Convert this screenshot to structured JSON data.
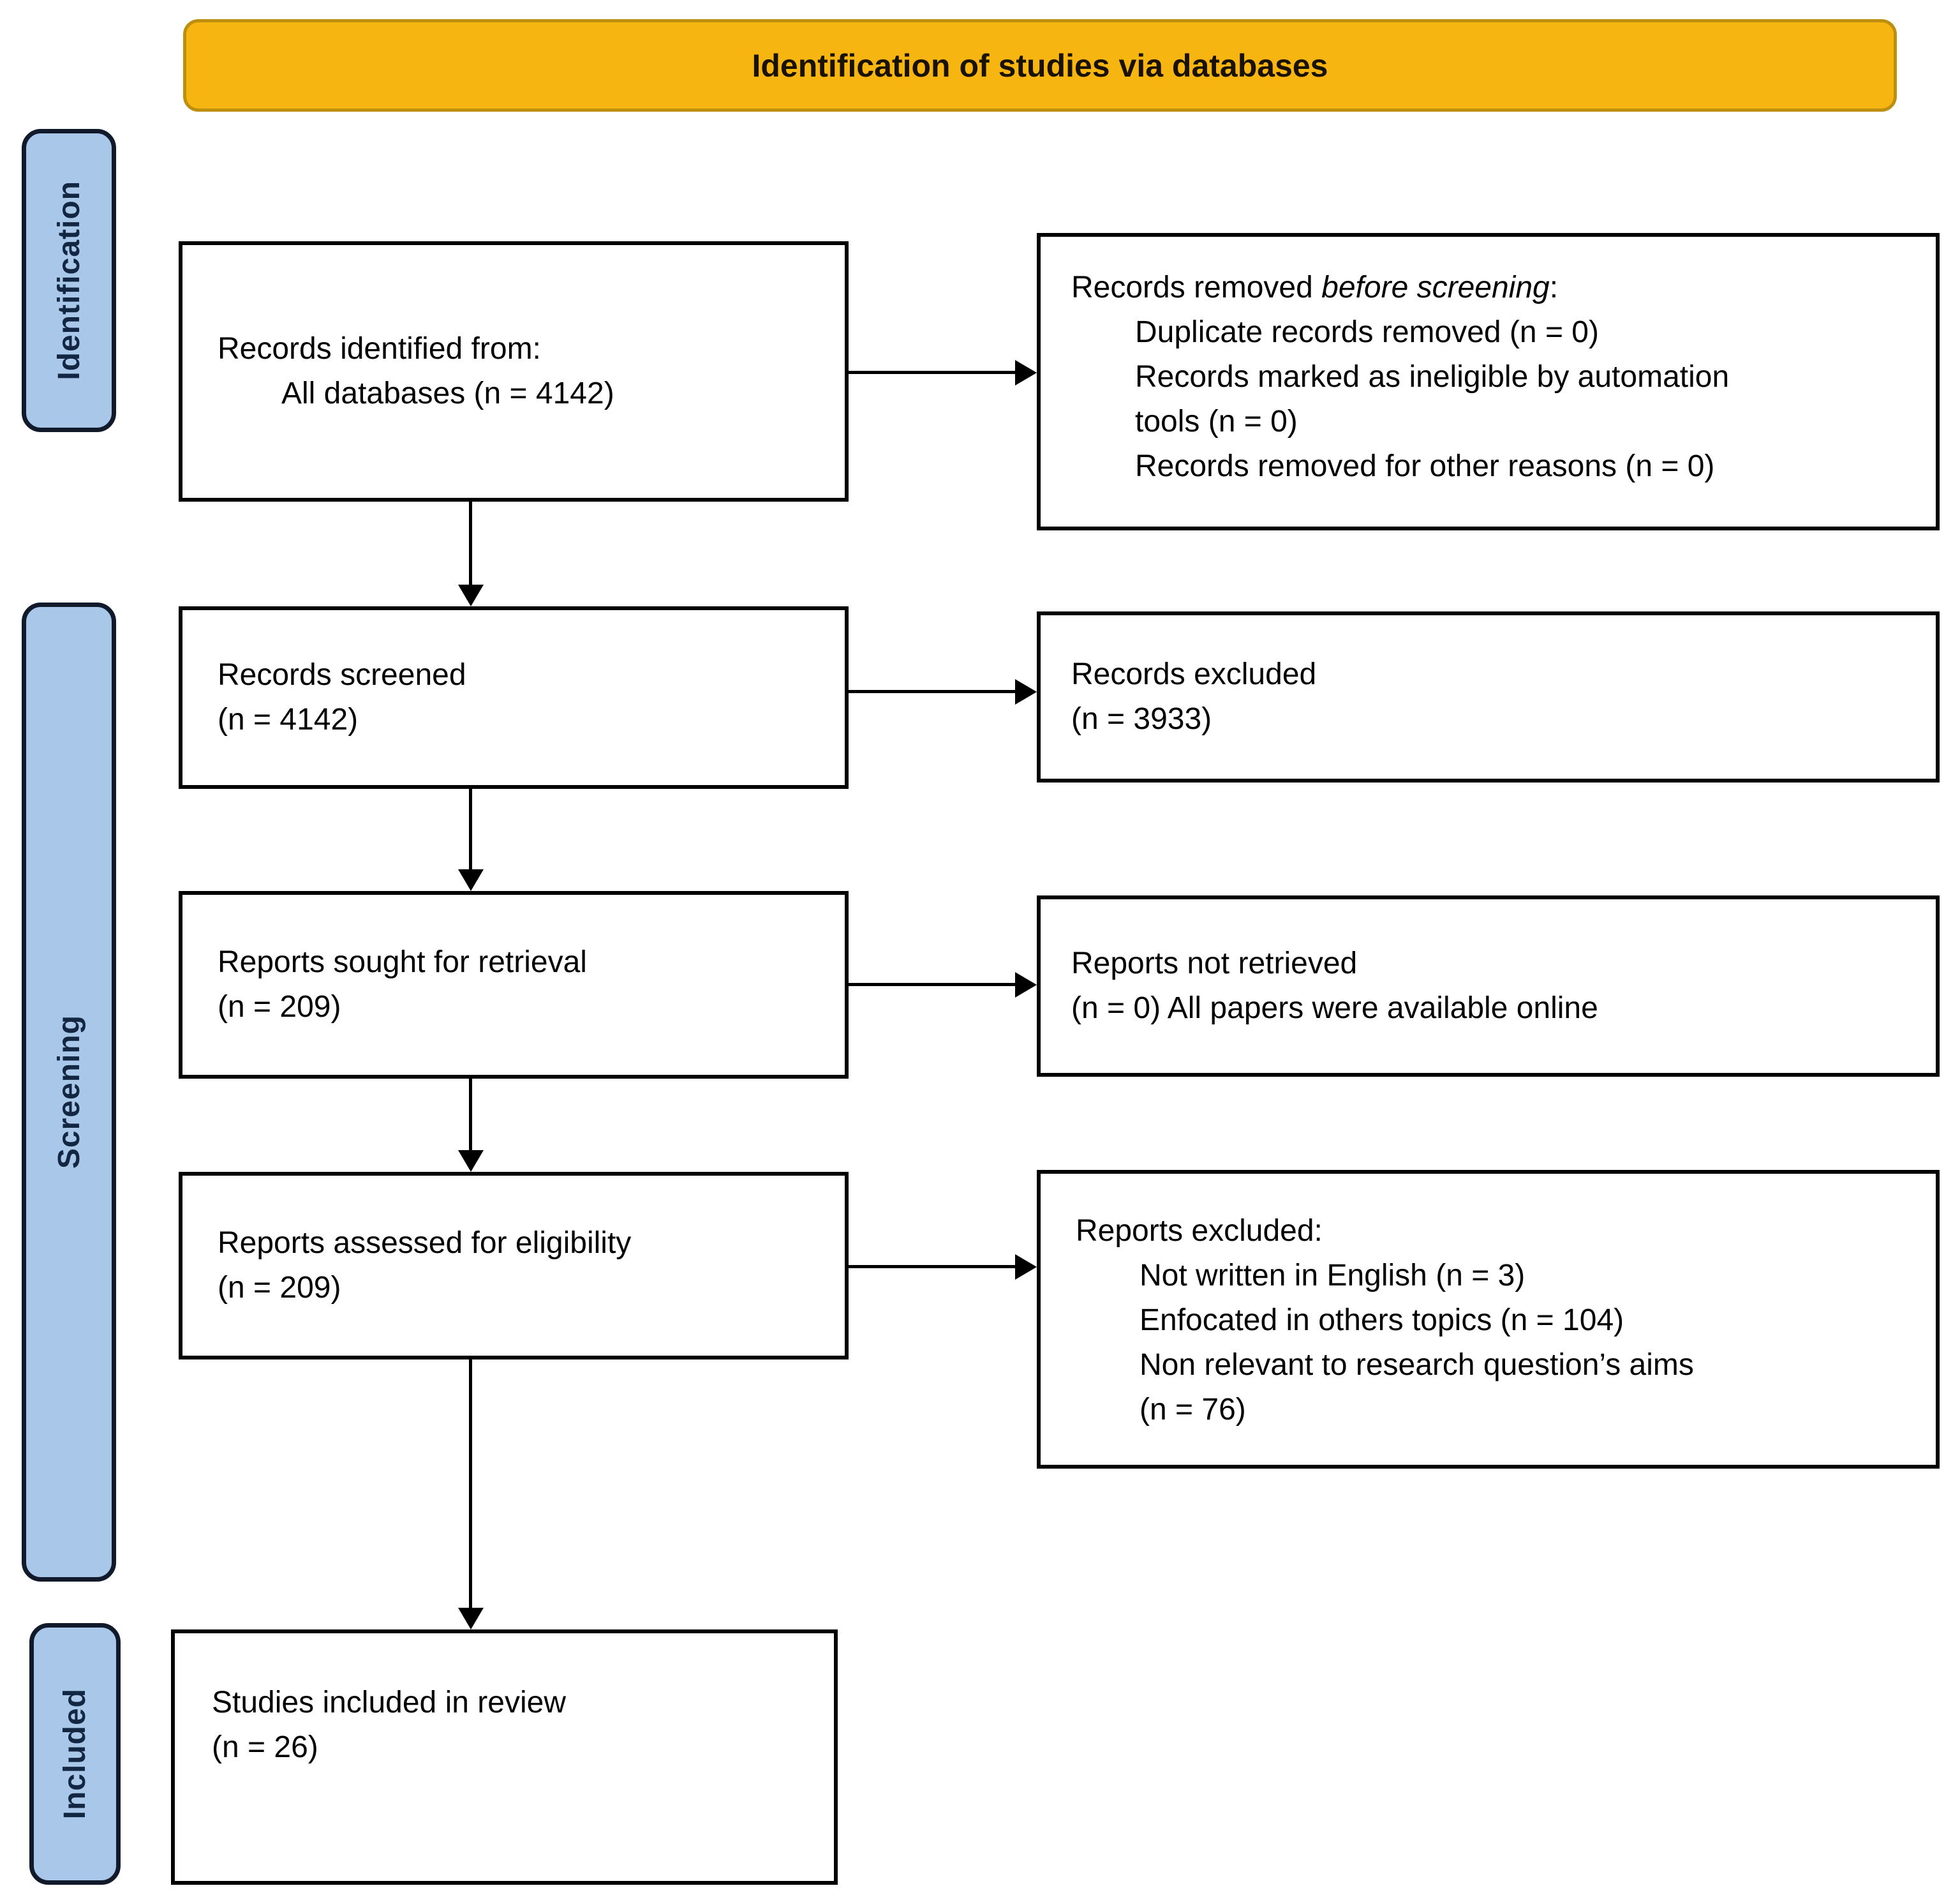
{
  "header": {
    "title": "Identification of studies via databases"
  },
  "sidebar": {
    "identification_label": "Identification",
    "screening_label": "Screening",
    "included_label": "Included"
  },
  "flow": {
    "records_identified": {
      "lines": [
        "Records identified from:",
        "All databases (n = 4142)"
      ]
    },
    "records_removed": {
      "title_prefix": "Records removed ",
      "title_italic": "before screening",
      "title_suffix": ":",
      "items": [
        [
          "Duplicate records removed (n = 0)"
        ],
        [
          "Records marked as ineligible by automation",
          "tools (n = 0)"
        ],
        [
          "Records removed for other reasons (n = 0)"
        ]
      ]
    },
    "records_screened": {
      "lines": [
        "Records screened",
        "(n = 4142)"
      ]
    },
    "records_excluded": {
      "lines": [
        "Records excluded",
        "(n = 3933)"
      ]
    },
    "reports_sought": {
      "lines": [
        "Reports sought for retrieval",
        "(n = 209)"
      ]
    },
    "reports_not_retrieved": {
      "lines": [
        "Reports not retrieved",
        "(n = 0) All papers were available online"
      ]
    },
    "reports_assessed": {
      "lines": [
        "Reports assessed for eligibility",
        "(n = 209)"
      ]
    },
    "reports_excluded": {
      "title": "Reports excluded:",
      "items": [
        [
          "Not written in English (n = 3)"
        ],
        [
          "Enfocated in others topics (n = 104)"
        ],
        [
          "Non relevant to research question’s aims",
          "(n = 76)"
        ]
      ]
    },
    "studies_included": {
      "lines": [
        "Studies included in review",
        "(n = 26)"
      ]
    }
  },
  "colors": {
    "header_fill": "#F7B512",
    "header_border": "#BD8F0F",
    "stage_fill": "#A9C7E9",
    "stage_border": "#111A2B",
    "stage_text": "#132743",
    "box_border": "#000000",
    "box_bg": "#FFFFFF",
    "text": "#000000",
    "arrow": "#000000",
    "page_bg": "#FFFFFF"
  }
}
